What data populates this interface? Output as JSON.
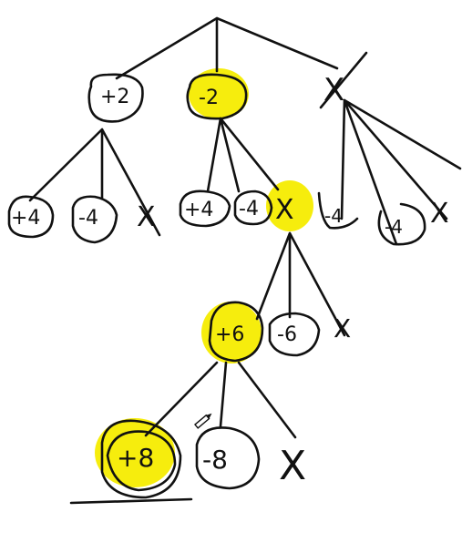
{
  "colors": {
    "background": "#ffffff",
    "ink": "#111111",
    "highlight": "#f5ec00"
  },
  "nodes": {
    "level1": [
      "+2",
      "-2",
      "X"
    ],
    "level2_left": [
      "+4",
      "-4",
      "X"
    ],
    "level2_middle": [
      "+4",
      "-4",
      "X"
    ],
    "level2_right": [
      "-4",
      "-4",
      "X"
    ],
    "level3": [
      "+6",
      "-6",
      "X"
    ],
    "level4": [
      "+8",
      "-8",
      "X"
    ]
  },
  "highlighted_nodes": [
    "-2",
    "X",
    "+6",
    "+8"
  ],
  "icons": [
    "pen-cursor-icon"
  ]
}
